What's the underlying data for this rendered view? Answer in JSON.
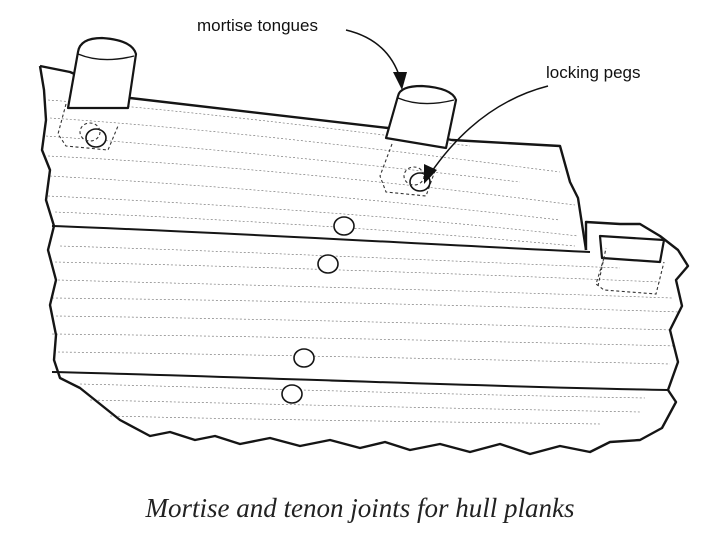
{
  "figure": {
    "labels": {
      "mortise_tongues": "mortise tongues",
      "locking_pegs": "locking pegs"
    },
    "caption": "Mortise and tenon joints for hull planks"
  }
}
